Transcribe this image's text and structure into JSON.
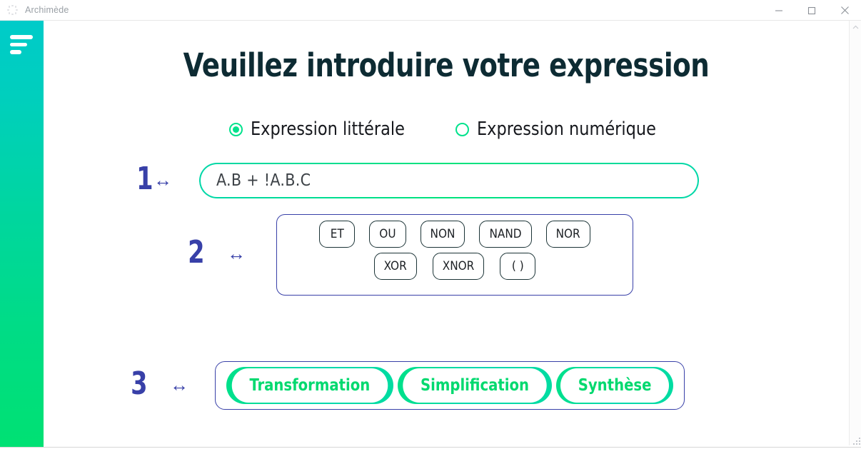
{
  "window": {
    "app_title": "Archimède",
    "app_icon": "spinner-icon",
    "controls": {
      "minimize": "minimize-icon",
      "maximize": "maximize-icon",
      "close": "close-icon"
    }
  },
  "sidebar": {
    "menu_icon": "hamburger-menu-icon",
    "gradient_from": "#00CBC9",
    "gradient_to": "#00E173"
  },
  "main": {
    "page_title": "Veuillez introduire votre expression",
    "title_color": "#0d2b33",
    "accent_blue": "#3840A8",
    "accent_green": "#00E28C",
    "expression_type": {
      "options": [
        {
          "label": "Expression littérale",
          "selected": true
        },
        {
          "label": "Expression numérique",
          "selected": false
        }
      ]
    },
    "steps": [
      {
        "number": "1",
        "arrow": "↔"
      },
      {
        "number": "2",
        "arrow": "↔"
      },
      {
        "number": "3",
        "arrow": "↔"
      }
    ],
    "expression_field": {
      "value": "A.B + !A.B.C",
      "placeholder": "A.B + !A.B.C"
    },
    "operators": {
      "row1": [
        "ET",
        "OU",
        "NON",
        "NAND",
        "NOR"
      ],
      "row2": [
        "XOR",
        "XNOR",
        "( )"
      ]
    },
    "actions": [
      "Transformation",
      "Simplification",
      "Synthèse"
    ]
  }
}
